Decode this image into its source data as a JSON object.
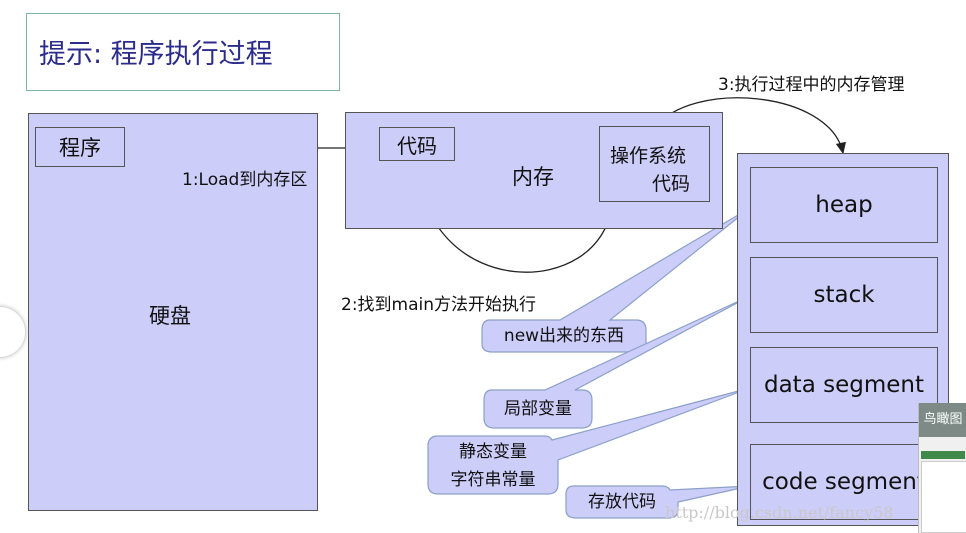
{
  "title": "提示: 程序执行过程",
  "disk": {
    "label": "硬盘",
    "program_label": "程序"
  },
  "memory": {
    "label": "内存",
    "code_label": "代码",
    "os_code_line1": "操作系统",
    "os_code_line2": "代码"
  },
  "steps": {
    "load": "1:Load到内存区",
    "find_main": "2:找到main方法开始执行",
    "manage": "3:执行过程中的内存管理"
  },
  "segments": [
    "heap",
    "stack",
    "data segment",
    "code segment"
  ],
  "callouts": {
    "heap": "new出来的东西",
    "stack": "局部变量",
    "data_line1": "静态变量",
    "data_line2": "字符串常量",
    "code": "存放代码"
  },
  "watermark": "http://blog.csdn.net/fancy58",
  "thumbnail": {
    "label": "鸟瞰图"
  },
  "colors": {
    "box_fill": "#cdcdfa",
    "title_text": "#2b2b8c",
    "title_border": "#7fb3a8",
    "arrow": "#222222"
  }
}
